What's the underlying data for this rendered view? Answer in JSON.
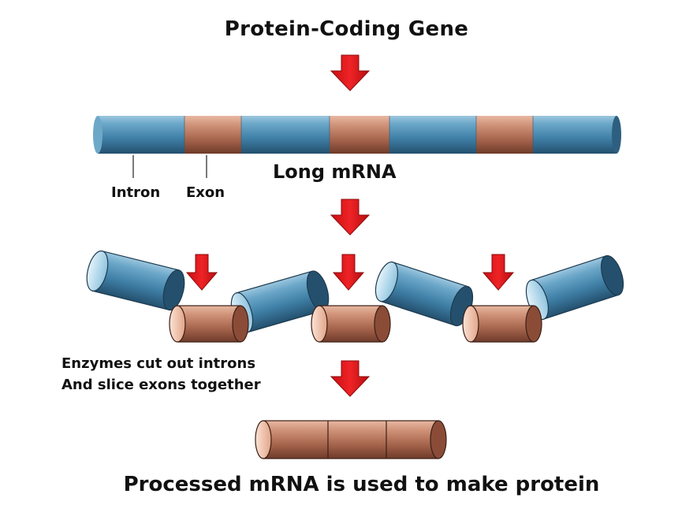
{
  "title": "Protein-Coding Gene",
  "long_mrna_label": "Long mRNA",
  "intron_label": "Intron",
  "exon_label": "Exon",
  "caption_line1": "Enzymes cut out introns",
  "caption_line2": "And slice exons together",
  "bottom_caption": "Processed mRNA is used to make protein",
  "colors": {
    "intron": "#4a8bb0",
    "exon": "#b7765f",
    "arrow": "#e1191b"
  }
}
